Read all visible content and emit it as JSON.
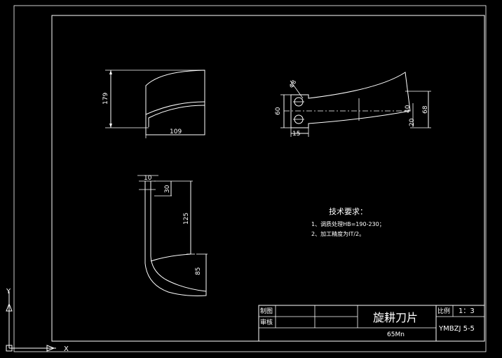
{
  "colors": {
    "background": "#000000",
    "lines": "#ffffff"
  },
  "dimensions": {
    "side_height": "179",
    "side_width": "109",
    "top_left_height": "60",
    "top_hole_dia": "Φ8",
    "top_offset": "15",
    "top_inner": "40",
    "top_right": "68",
    "top_low": "20",
    "front_thickness": "10",
    "front_top": "30",
    "front_mid": "125",
    "front_low": "85"
  },
  "notes": {
    "title": "技术要求：",
    "items": [
      "1、调质处理HB=190-230；",
      "2、加工精度为IT/2。"
    ]
  },
  "title_block": {
    "drawn_by_label": "制图",
    "checked_by_label": "审核",
    "part_name": "旋耕刀片",
    "material": "65Mn",
    "scale_label": "比例",
    "scale_value": "1：3",
    "drawing_no": "YMBZJ 5-5"
  },
  "ucs": {
    "x_label": "X",
    "y_label": "Y"
  }
}
